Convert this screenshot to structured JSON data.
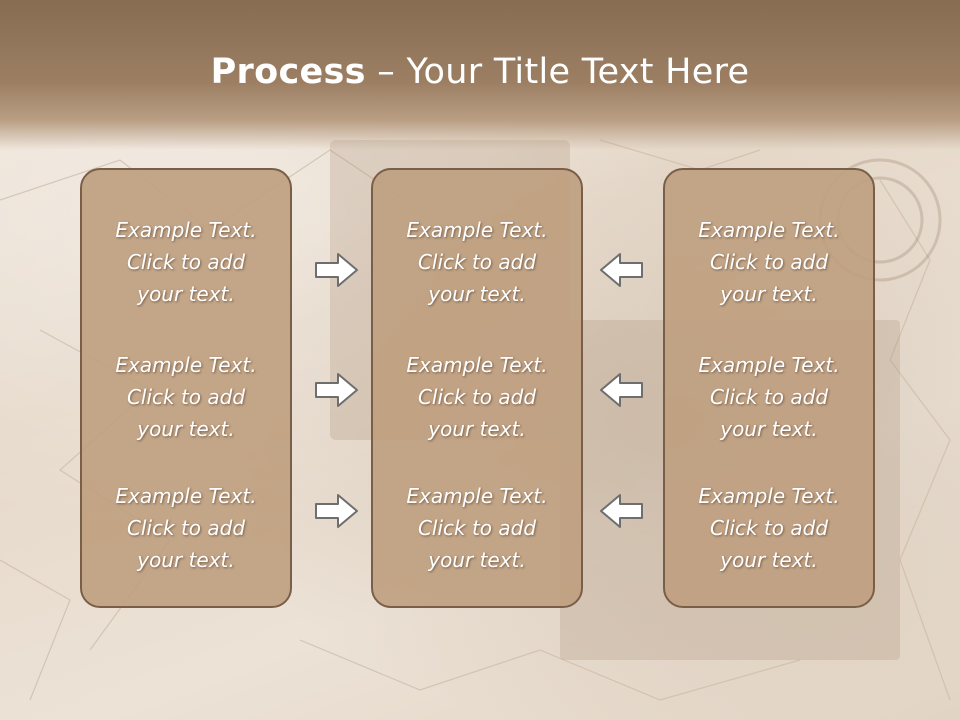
{
  "slide": {
    "title_bold": "Process",
    "title_rest": " – Your Title Text Here"
  },
  "columns": [
    {
      "items": [
        {
          "line1": "Example Text.",
          "line2": "Click  to add",
          "line3": "your text."
        },
        {
          "line1": "Example Text.",
          "line2": "Click  to add",
          "line3": "your text."
        },
        {
          "line1": "Example Text.",
          "line2": "Click  to add",
          "line3": "your text."
        }
      ]
    },
    {
      "items": [
        {
          "line1": "Example Text.",
          "line2": "Click  to add",
          "line3": "your text."
        },
        {
          "line1": "Example Text.",
          "line2": "Click  to add",
          "line3": "your text."
        },
        {
          "line1": "Example Text.",
          "line2": "Click  to add",
          "line3": "your text."
        }
      ]
    },
    {
      "items": [
        {
          "line1": "Example Text.",
          "line2": "Click  to add",
          "line3": "your text."
        },
        {
          "line1": "Example Text.",
          "line2": "Click  to add",
          "line3": "your text."
        },
        {
          "line1": "Example Text.",
          "line2": "Click  to add",
          "line3": "your text."
        }
      ]
    }
  ],
  "arrows": {
    "left_group": "arrow-right-icon",
    "right_group": "arrow-left-icon"
  },
  "colors": {
    "header": "#8b6f55",
    "box_fill": "#bfa080",
    "box_border": "#7a5f48",
    "text": "#ffffff"
  }
}
